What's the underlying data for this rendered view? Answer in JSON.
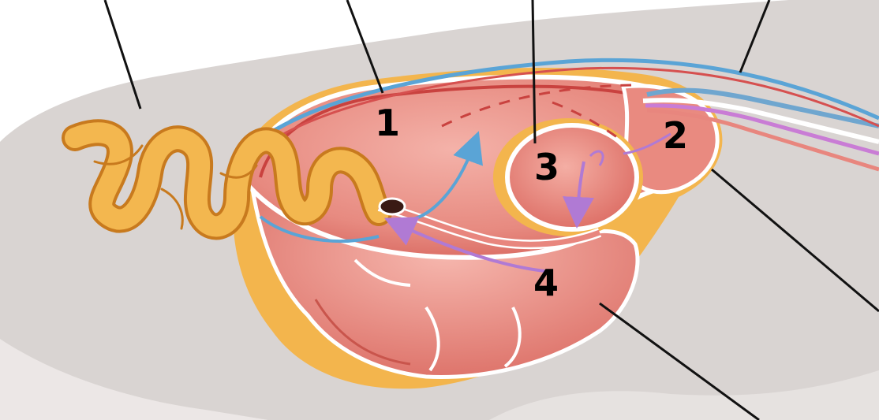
{
  "labels": [
    {
      "id": "rumen",
      "text": "1"
    },
    {
      "id": "reticulum",
      "text": "2"
    },
    {
      "id": "omasum",
      "text": "3"
    },
    {
      "id": "abomasum",
      "text": "4"
    }
  ],
  "colors": {
    "background": "#ffffff",
    "body_silhouette": "#d9d4d2",
    "stomach_fill": "#e8867e",
    "stomach_light": "#f2aaa3",
    "outer_wall": "#d6504f",
    "fat_layer": "#f3b54d",
    "intestine": "#f0a93d",
    "intestine_dark": "#c87a1e",
    "blue_arrow": "#5aa4d6",
    "purple_arrow": "#b07ad4",
    "pointer_line": "#111111",
    "label_text": "#000000"
  },
  "icons": {
    "flow_arrow_blue": "arrow-icon",
    "flow_arrow_purple": "arrow-icon"
  }
}
